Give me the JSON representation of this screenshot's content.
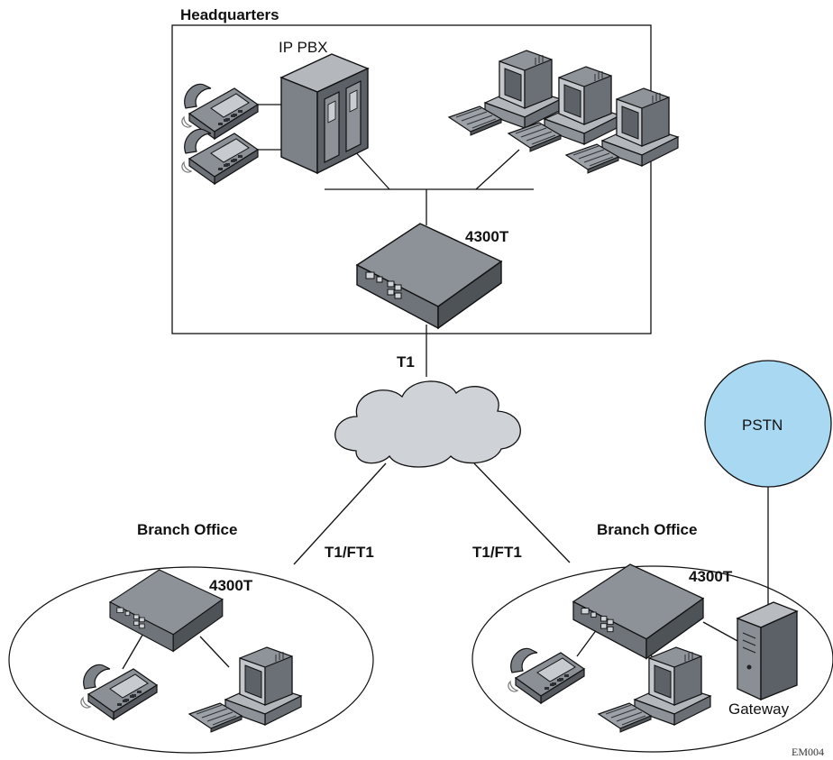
{
  "labels": {
    "headquarters": "Headquarters",
    "ip_pbx": "IP PBX",
    "hq_router": "4300T",
    "t1": "T1",
    "pstn": "PSTN",
    "branch_left_title": "Branch Office",
    "branch_right_title": "Branch Office",
    "link_left": "T1/FT1",
    "link_right": "T1/FT1",
    "branch_left_router": "4300T",
    "branch_right_router": "4300T",
    "gateway": "Gateway",
    "figure_id": "EM004"
  },
  "colors": {
    "cloud": "#cfd2d6",
    "pstn": "#a9d9f2",
    "device_dark": "#5b6066",
    "device_mid": "#8a8f95",
    "device_light": "#b9bdc2"
  }
}
